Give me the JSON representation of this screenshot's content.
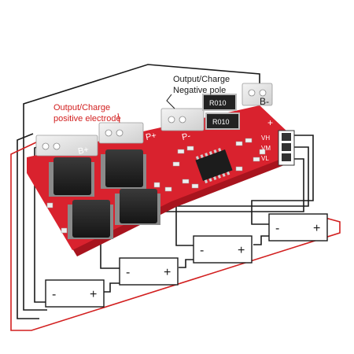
{
  "colors": {
    "board": "#d9222e",
    "board_dark": "#a8141e",
    "pad": "#e9e9e9",
    "wire_black": "#1a1a1a",
    "wire_red": "#d21f1f",
    "label_red": "#d21f1f",
    "label_black": "#1a1a1a"
  },
  "labels": {
    "output_negative_1": "Output/Charge",
    "output_negative_2": "Negative pole",
    "output_positive_1": "Output/Charge",
    "output_positive_2": "positive electrode"
  },
  "board": {
    "terminal_b_minus": "B-",
    "terminal_p_minus": "P-",
    "terminal_p_plus": "P+",
    "terminal_b_plus": "B+",
    "plus_mark": "+",
    "resistor_1": "R010",
    "resistor_2": "R010",
    "balance_vh": "VH",
    "balance_vm": "VM",
    "balance_vl": "VL"
  },
  "cells": [
    {
      "neg": "-",
      "pos": "+"
    },
    {
      "neg": "-",
      "pos": "+"
    },
    {
      "neg": "-",
      "pos": "+"
    },
    {
      "neg": "-",
      "pos": "+"
    }
  ]
}
